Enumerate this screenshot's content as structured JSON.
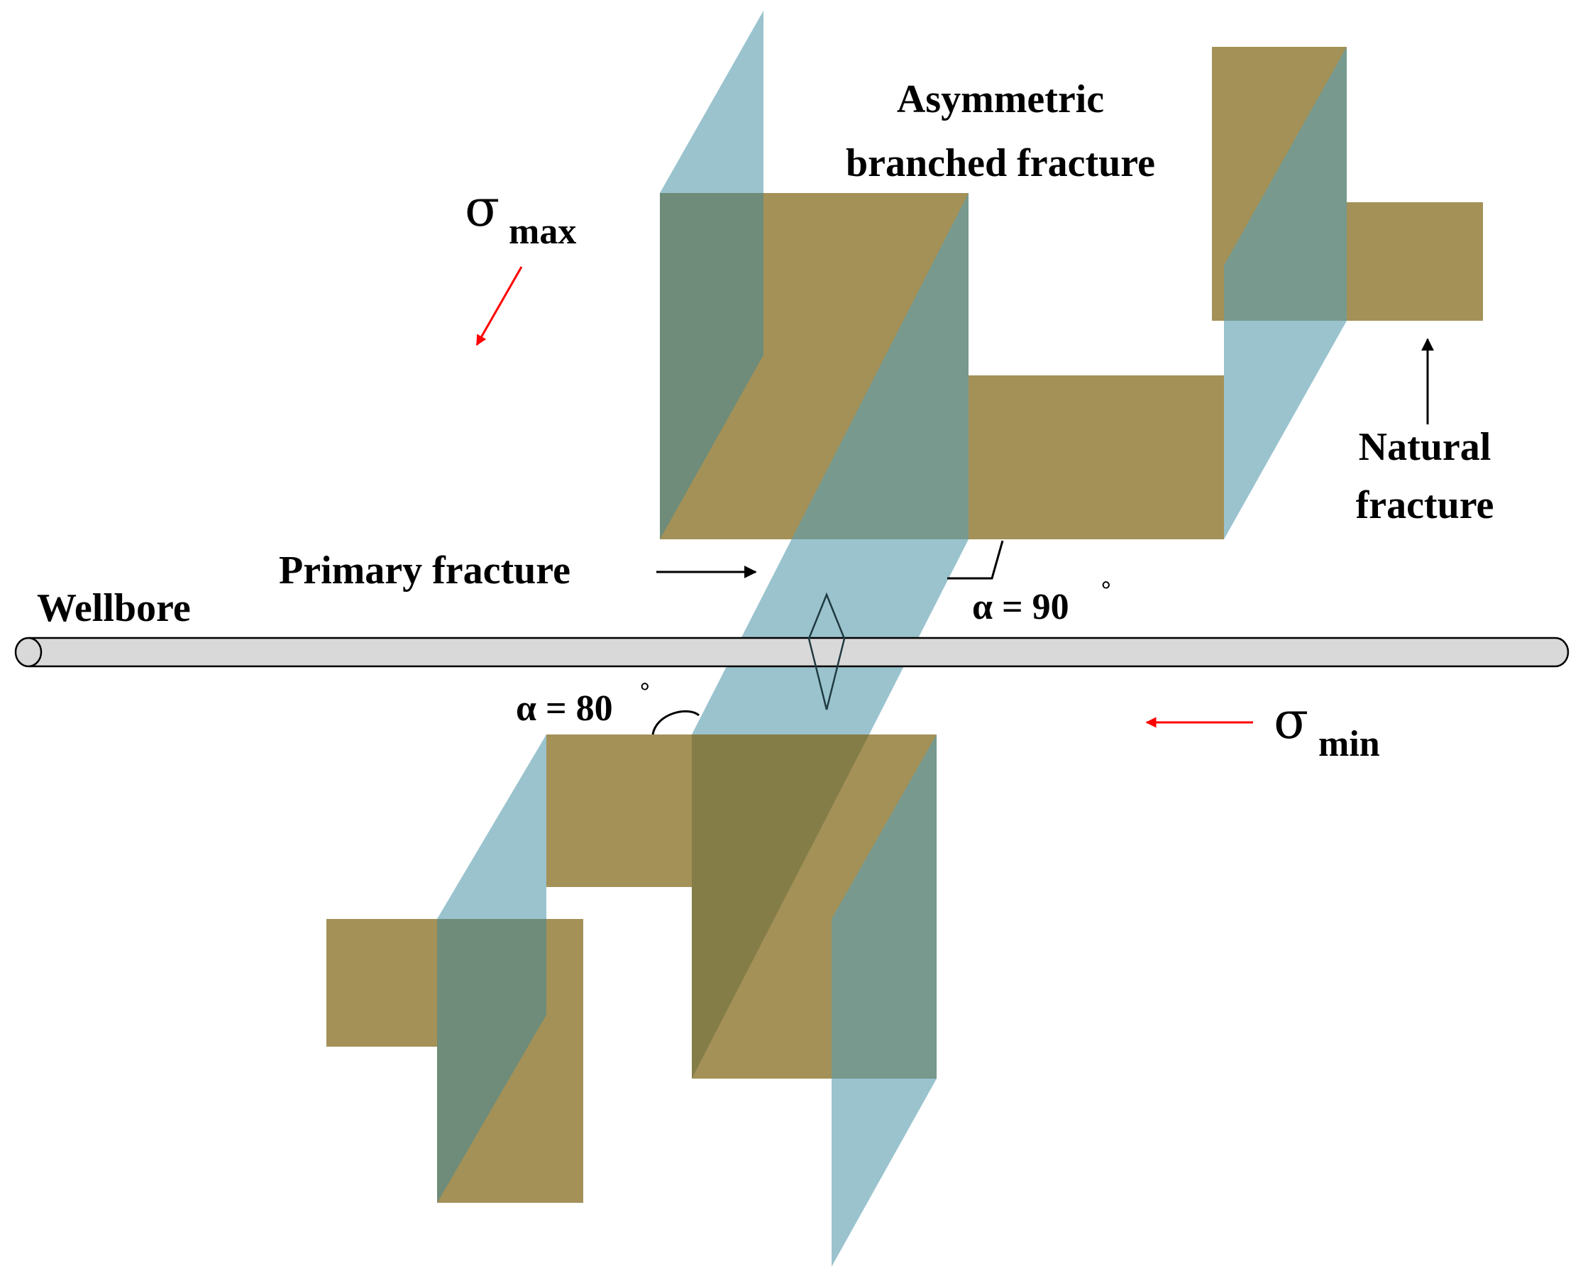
{
  "labels": {
    "asymmetric_line1": "Asymmetric",
    "asymmetric_line2": "branched fracture",
    "natural_line1": "Natural",
    "natural_line2": "fracture",
    "primary": "Primary fracture",
    "wellbore": "Wellbore",
    "alpha90": "α = 90",
    "alpha80": "α = 80",
    "degree": "°",
    "sigma": "σ",
    "sigma_max_sub": "max",
    "sigma_min_sub": "min"
  },
  "colors": {
    "natural_fracture_fill": "#a39158",
    "primary_fracture_fill": "#6ba3b1",
    "overlap_dark": "#76743f",
    "overlap_teal": "#578079",
    "wellbore_fill": "#d9d9d9",
    "stress_arrow": "#ff0000"
  }
}
